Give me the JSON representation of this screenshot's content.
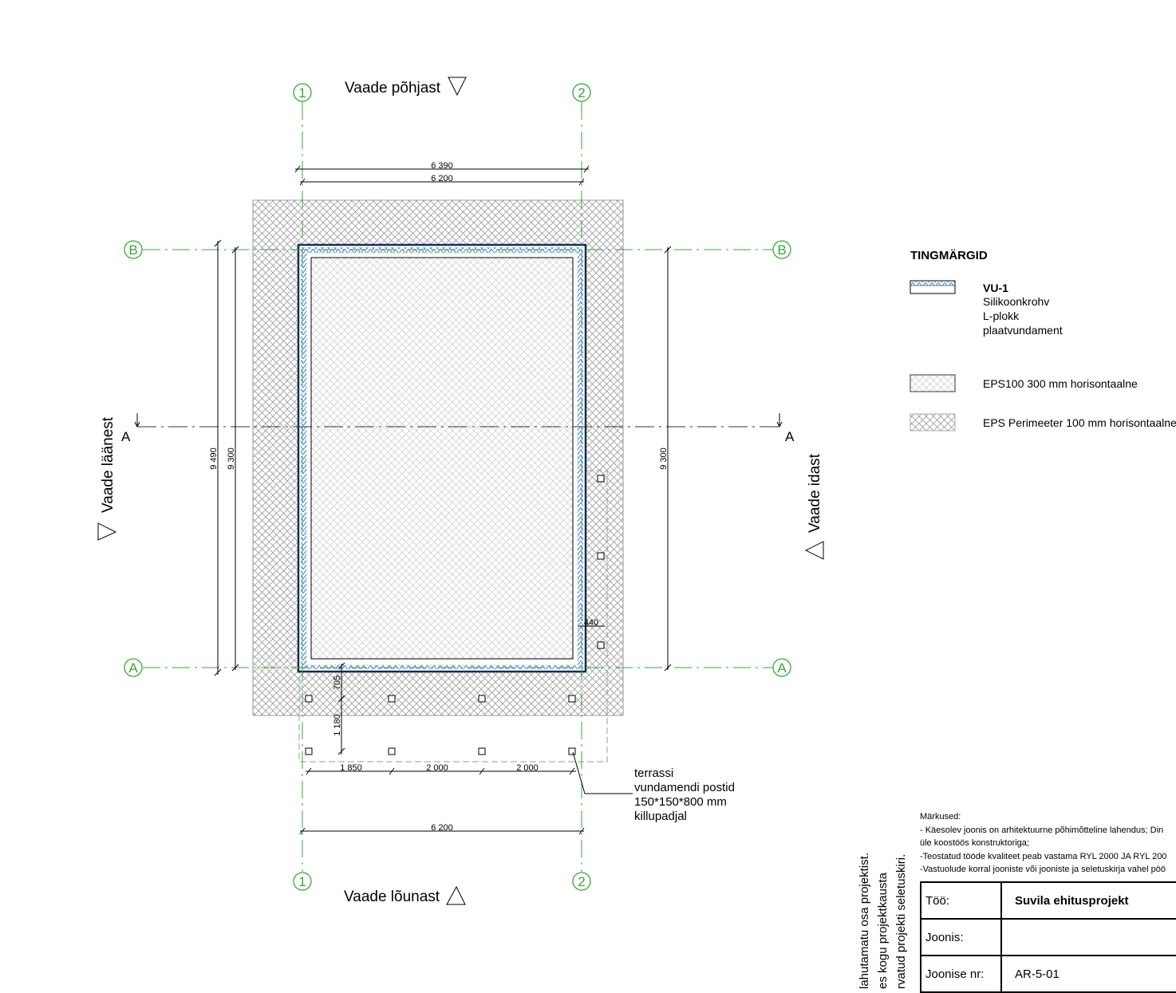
{
  "views": {
    "north": "Vaade põhjast",
    "south": "Vaade lõunast",
    "west": "Vaade läänest",
    "east": "Vaade idast"
  },
  "grid": {
    "col1": "1",
    "col2": "2",
    "rowA": "A",
    "rowB": "B",
    "section": "A"
  },
  "dimensions": {
    "top_overall": "6 390",
    "top_axis": "6 200",
    "left_overall": "9 490",
    "left_axis": "9 300",
    "right_axis": "9 300",
    "bottom_axis": "6 200",
    "post_span_1": "1 850",
    "post_span_2": "2 000",
    "post_span_3": "2 000",
    "post_offset_1": "705",
    "post_offset_2": "1 180",
    "edge_offset": "440"
  },
  "annotation": {
    "lines": [
      "terrassi",
      "vundamendi postid",
      "150*150*800 mm",
      "killupadjal"
    ]
  },
  "legend": {
    "title": "TINGMÄRGID",
    "items": [
      {
        "title": "VU-1",
        "lines": [
          "Silikoonkrohv",
          "L-plokk",
          "plaatvundament"
        ]
      },
      {
        "label": "EPS100 300 mm horisontaalne"
      },
      {
        "label": "EPS Perimeeter 100 mm horisontaalne"
      }
    ]
  },
  "notes": {
    "title": "Märkused:",
    "lines": [
      "- Käesolev joonis on arhitektuurne põhimõtteline lahendus; Din",
      "üle koostöös konstruktoriga;",
      "-Teostatud tööde kvaliteet peab vastama RYL 2000 JA RYL 200",
      "-Vastuolude korral jooniste või jooniste ja seletuskirja vahel pöö"
    ]
  },
  "side_text": [
    "lahutamatu osa projektist.",
    "es kogu projektkausta",
    "rvatud projekti seletuskiri."
  ],
  "title_block": {
    "work_label": "Töö:",
    "work_value": "Suvila ehitusprojekt",
    "drawing_label": "Joonis:",
    "drawing_value": "",
    "number_label": "Joonise nr:",
    "number_value": "AR-5-01"
  },
  "colors": {
    "grid": "#3aa53a",
    "render": "#3b7fd9",
    "wall": "#1a2a55"
  }
}
